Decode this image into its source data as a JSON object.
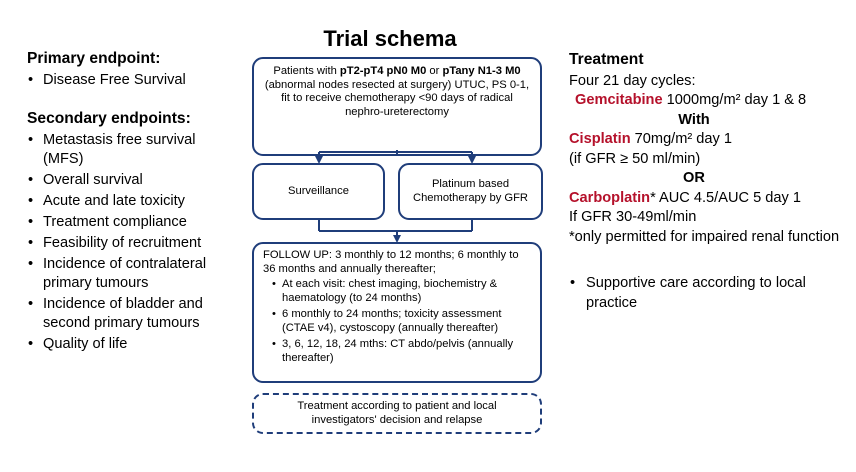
{
  "left": {
    "primary_heading": "Primary endpoint:",
    "primary_items": [
      "Disease Free Survival"
    ],
    "secondary_heading": "Secondary endpoints:",
    "secondary_items": [
      "Metastasis free survival (MFS)",
      "Overall survival",
      "Acute and late toxicity",
      "Treatment compliance",
      "Feasibility of recruitment",
      "Incidence of contralateral primary tumours",
      "Incidence of bladder and second primary tumours",
      "Quality of life"
    ]
  },
  "center": {
    "title": "Trial schema",
    "top_box": {
      "prefix": "Patients with ",
      "bold1": "pT2-pT4 pN0 M0",
      "mid": " or ",
      "bold2": "pTany N1-3 M0",
      "rest": "(abnormal nodes resected at surgery) UTUC, PS 0-1, fit to receive chemotherapy <90 days of radical nephro-ureterectomy"
    },
    "surveillance": "Surveillance",
    "chemo": "Platinum based Chemotherapy by GFR",
    "follow_up": {
      "intro": "FOLLOW UP: 3 monthly to 12 months; 6 monthly to 36 months and annually thereafter;",
      "items": [
        "At each visit: chest imaging, biochemistry & haematology (to 24 months)",
        "6 monthly to 24 months; toxicity assessment (CTAE v4), cystoscopy (annually thereafter)",
        "3, 6, 12, 18, 24 mths: CT abdo/pelvis (annually thereafter)"
      ]
    },
    "dashed": "Treatment according to patient and local investigators' decision and relapse"
  },
  "right": {
    "heading": "Treatment",
    "cycles": "Four 21 day cycles:",
    "gem_name": "Gemcitabine",
    "gem_dose": " 1000mg/m² day 1 & 8",
    "with": "With",
    "cis_name": "Cisplatin",
    "cis_dose": " 70mg/m² day 1",
    "cis_cond": "(if GFR ≥ 50 ml/min)",
    "or": "OR",
    "carbo_name": "Carboplatin",
    "carbo_dose": "* AUC 4.5/AUC 5 day 1",
    "carbo_cond": "If GFR 30-49ml/min",
    "note": "*only permitted for impaired renal function",
    "supportive": "Supportive care according to local practice"
  },
  "colors": {
    "box_border": "#1f3d7a",
    "drug_red": "#b5112b"
  }
}
